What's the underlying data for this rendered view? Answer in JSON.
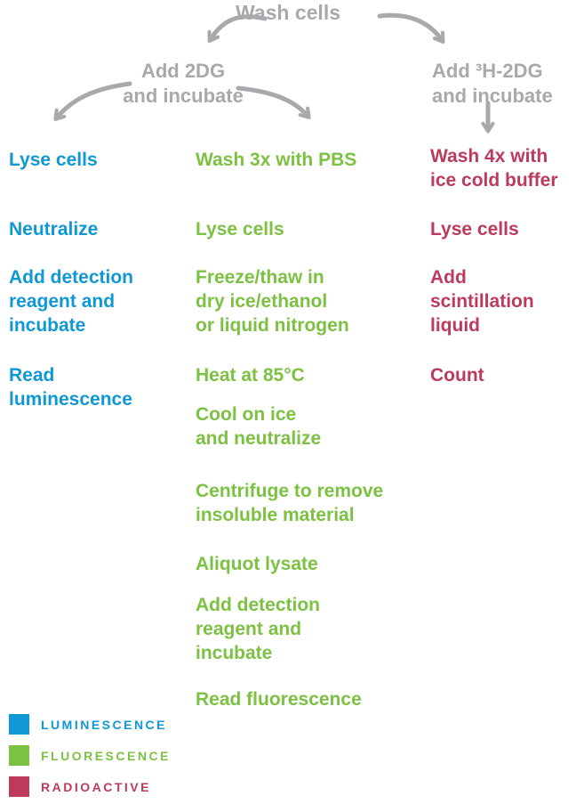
{
  "colors": {
    "luminescence": "#0f98d5",
    "fluorescence": "#7cc142",
    "radioactive": "#bc3a5b",
    "gray": "#a7a9ac"
  },
  "flow": {
    "root": "Wash cells",
    "left_branch": "Add 2DG\nand incubate",
    "right_branch": "Add ³H-2DG\nand incubate"
  },
  "protocols": {
    "luminescence": {
      "steps": [
        "Lyse cells",
        "Neutralize",
        "Add detection\nreagent and\nincubate",
        "Read\nluminescence"
      ]
    },
    "fluorescence": {
      "steps": [
        "Wash 3x with PBS",
        "Lyse cells",
        "Freeze/thaw in\ndry ice/ethanol\nor liquid nitrogen",
        "Heat at 85°C",
        "Cool on ice\nand neutralize",
        "Centrifuge to remove\ninsoluble material",
        "Aliquot lysate",
        "Add detection\nreagent and\nincubate",
        "Read fluorescence"
      ]
    },
    "radioactive": {
      "steps": [
        "Wash 4x with\nice cold buffer",
        "Lyse cells",
        "Add\nscintillation\nliquid",
        "Count"
      ]
    }
  },
  "legend": [
    {
      "label": "LUMINESCENCE",
      "color": "#0f98d5"
    },
    {
      "label": "FLUORESCENCE",
      "color": "#7cc142"
    },
    {
      "label": "RADIOACTIVE",
      "color": "#bc3a5b"
    }
  ]
}
